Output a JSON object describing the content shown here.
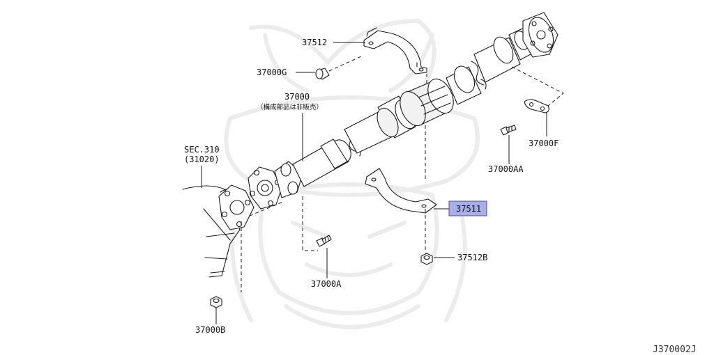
{
  "diagram": {
    "drawing_code": "J370002J",
    "colors": {
      "ink": "#1a1a1a",
      "highlight_fill": "#a9aee6",
      "highlight_stroke": "#4a4f9c",
      "watermark": "#ececec"
    },
    "labels": {
      "p37512": "37512",
      "p37000G": "37000G",
      "p37000": "37000",
      "p37000_note": "（構成部品は非販売）",
      "sec": "SEC.310",
      "sec_sub": "(31020)",
      "p37000F": "37000F",
      "p37000AA": "37000AA",
      "p37511": "37511",
      "p37512B": "37512B",
      "p37000A": "37000A",
      "p37000B": "37000B"
    },
    "highlighted_part": "37511"
  }
}
